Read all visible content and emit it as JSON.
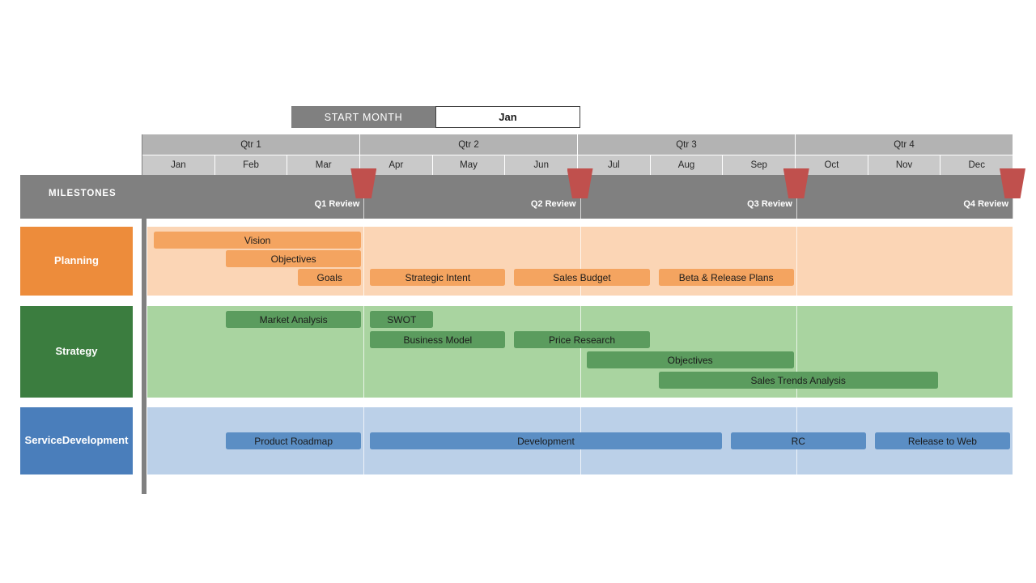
{
  "start_month": {
    "label": "START MONTH",
    "value": "Jan"
  },
  "timeline": {
    "quarters": [
      "Qtr 1",
      "Qtr 2",
      "Qtr 3",
      "Qtr 4"
    ],
    "months": [
      "Jan",
      "Feb",
      "Mar",
      "Apr",
      "May",
      "Jun",
      "Jul",
      "Aug",
      "Sep",
      "Oct",
      "Nov",
      "Dec"
    ]
  },
  "milestones_band": {
    "title": "MILESTONES",
    "color": "#808080",
    "marker_color": "#c0504d",
    "milestones": [
      {
        "label": "Q1 Review",
        "month": "Mar"
      },
      {
        "label": "Q2 Review",
        "month": "Jun"
      },
      {
        "label": "Q3 Review",
        "month": "Sep"
      },
      {
        "label": "Q4 Review",
        "month": "Dec"
      }
    ]
  },
  "lanes": [
    {
      "name": "Planning",
      "label": "Planning",
      "header_color": "#ED8C3B",
      "band_color": "#FBD5B5",
      "bar_color": "#F4A460",
      "tasks": [
        {
          "label": "Vision",
          "start": "Jan",
          "end": "Mar",
          "row": 0
        },
        {
          "label": "Objectives",
          "start": "Feb",
          "end": "Mar",
          "row": 1
        },
        {
          "label": "Goals",
          "start": "Mar",
          "end": "Mar",
          "row": 2
        },
        {
          "label": "Strategic Intent",
          "start": "Apr",
          "end": "May",
          "row": 2
        },
        {
          "label": "Sales Budget",
          "start": "Jun",
          "end": "Jul",
          "row": 2
        },
        {
          "label": "Beta & Release Plans",
          "start": "Aug",
          "end": "Sep",
          "row": 2
        }
      ]
    },
    {
      "name": "Strategy",
      "label": "Strategy",
      "header_color": "#3B7D3F",
      "band_color": "#A9D4A0",
      "bar_color": "#5B9C5E",
      "tasks": [
        {
          "label": "Market Analysis",
          "start": "Feb",
          "end": "Mar",
          "row": 0
        },
        {
          "label": "SWOT",
          "start": "Apr",
          "end": "Apr",
          "row": 0
        },
        {
          "label": "Business Model",
          "start": "Apr",
          "end": "May",
          "row": 1
        },
        {
          "label": "Price Research",
          "start": "Jun",
          "end": "Jul",
          "row": 1
        },
        {
          "label": "Objectives",
          "start": "Jul",
          "end": "Sep",
          "row": 2
        },
        {
          "label": "Sales Trends Analysis",
          "start": "Aug",
          "end": "Nov",
          "row": 3
        }
      ]
    },
    {
      "name": "Service Development",
      "label": "Service\nDevelopment",
      "header_color": "#4A7EBB",
      "band_color": "#BBD0E8",
      "bar_color": "#5B8EC4",
      "tasks": [
        {
          "label": "Product Roadmap",
          "start": "Feb",
          "end": "Mar",
          "row": 1
        },
        {
          "label": "Development",
          "start": "Apr",
          "end": "Aug",
          "row": 1
        },
        {
          "label": "RC",
          "start": "Sep",
          "end": "Oct",
          "row": 1
        },
        {
          "label": "Release to Web",
          "start": "Nov",
          "end": "Dec",
          "row": 1
        }
      ]
    }
  ]
}
